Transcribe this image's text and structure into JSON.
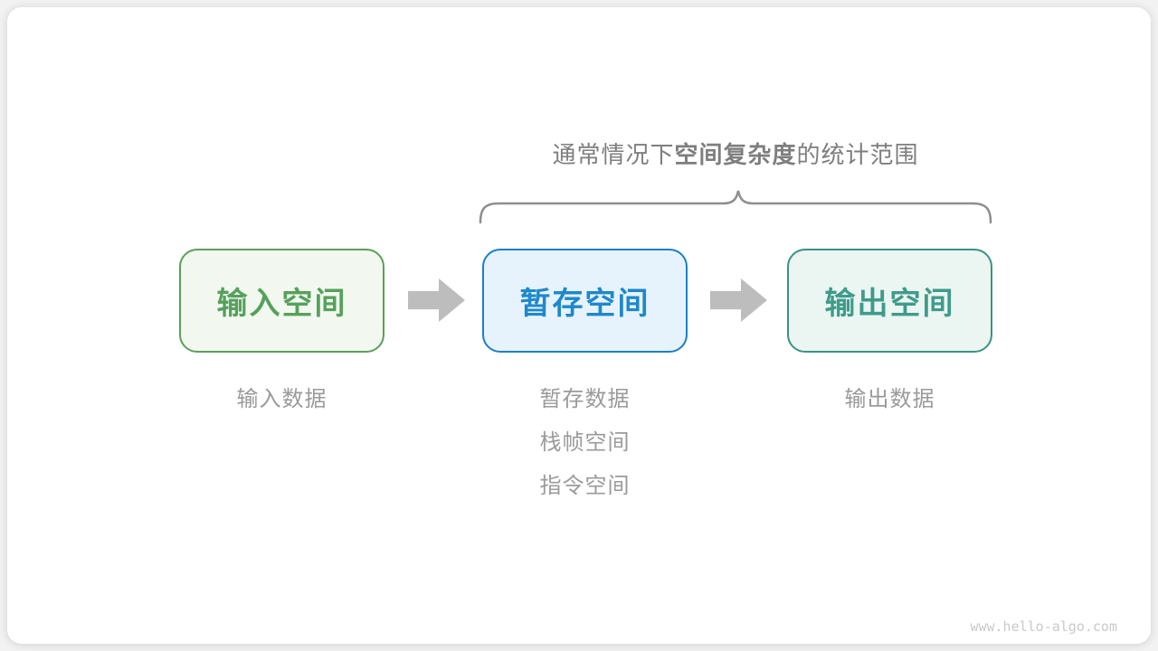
{
  "title": {
    "prefix": "通常情况下",
    "bold": "空间复杂度",
    "suffix": "的统计范围"
  },
  "boxes": [
    {
      "label": "输入空间",
      "text_color": "#55A15C",
      "border_color": "#5C9F5C",
      "bg_color": "#F2F8EF"
    },
    {
      "label": "暂存空间",
      "text_color": "#1E88CB",
      "border_color": "#1C80C6",
      "bg_color": "#E7F3FC"
    },
    {
      "label": "输出空间",
      "text_color": "#3E9B8A",
      "border_color": "#3A9383",
      "bg_color": "#EBF5F2"
    }
  ],
  "annotations": [
    {
      "lines": [
        "输入数据"
      ]
    },
    {
      "lines": [
        "暂存数据",
        "栈帧空间",
        "指令空间"
      ]
    },
    {
      "lines": [
        "输出数据"
      ]
    }
  ],
  "watermark": "www.hello-algo.com",
  "colors": {
    "arrow": "#BDBDBD",
    "brace": "#8E8E8E",
    "title_text": "#7E7E7E",
    "annotation_text": "#9A9A9A",
    "watermark_text": "#C9C9C9",
    "card_bg": "#FFFFFF"
  }
}
